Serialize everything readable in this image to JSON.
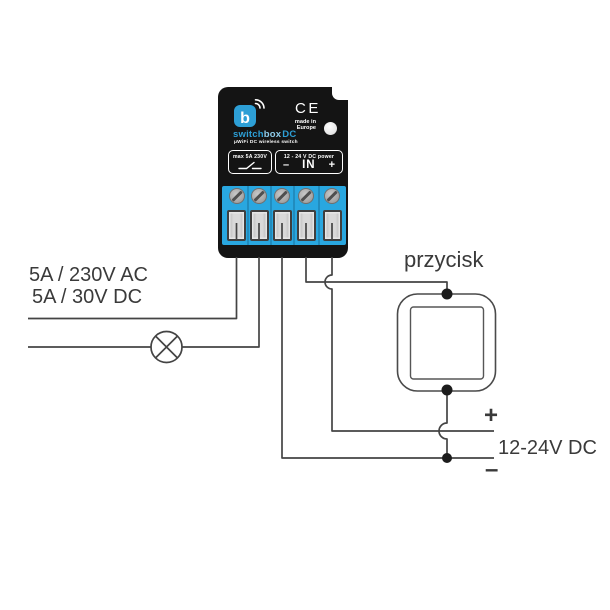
{
  "device": {
    "logo": {
      "letter": "b",
      "waves_icon": "wifi-waves-icon"
    },
    "brand": {
      "part1": "switch",
      "part2": "box",
      "part3": "DC"
    },
    "subtitle": "μWiFi DC wireless switch",
    "certification": {
      "ce": "CE",
      "origin_line1": "made in",
      "origin_line2": "Europe"
    },
    "relay_label": "max 5A 230V",
    "power_label": "12 - 24 V DC power",
    "power_row": {
      "minus": "–",
      "in": "IN",
      "plus": "+"
    },
    "terminal_count": "5",
    "colors": {
      "body": "#141414",
      "brand_blue": "#2d9fd6",
      "terminal_blue": "#29a7e0"
    }
  },
  "diagram": {
    "output_rating": {
      "line1": "5A / 230V AC",
      "line2": "5A / 30V DC"
    },
    "pushbutton_label": "przycisk",
    "power_supply": {
      "label": "12-24V DC",
      "plus": "+",
      "minus": "–"
    },
    "wire_color": "#444444",
    "symbols": {
      "lamp": "lamp-icon",
      "pushbutton": "push-button-icon"
    }
  }
}
